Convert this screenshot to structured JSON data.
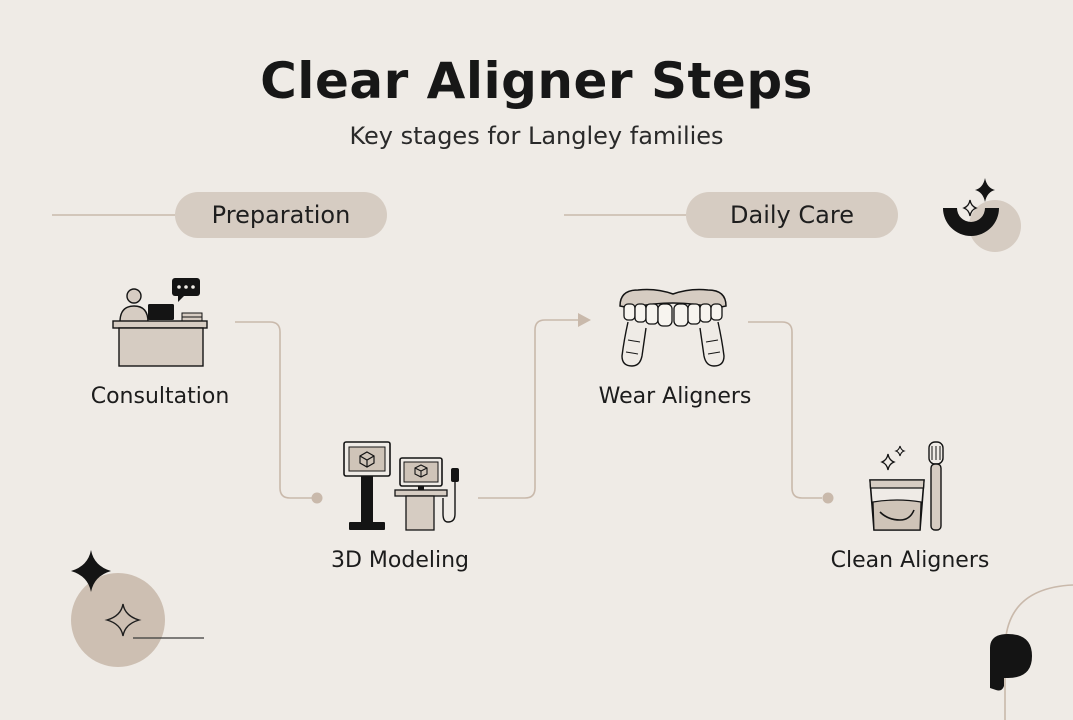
{
  "header": {
    "title": "Clear Aligner Steps",
    "subtitle": "Key stages for Langley families"
  },
  "sections": [
    {
      "label": "Preparation"
    },
    {
      "label": "Daily Care"
    }
  ],
  "steps": [
    {
      "label": "Consultation",
      "icon": "consultation-desk-icon"
    },
    {
      "label": "3D Modeling",
      "icon": "3d-scanner-icon"
    },
    {
      "label": "Wear Aligners",
      "icon": "aligner-tray-icon"
    },
    {
      "label": "Clean Aligners",
      "icon": "cleaning-cup-toothbrush-icon"
    }
  ],
  "colors": {
    "background": "#efebe6",
    "pill": "#d6ccc2",
    "connector": "#c9b9ab",
    "ink": "#171717",
    "accent_circle": "#cdbfb2"
  }
}
